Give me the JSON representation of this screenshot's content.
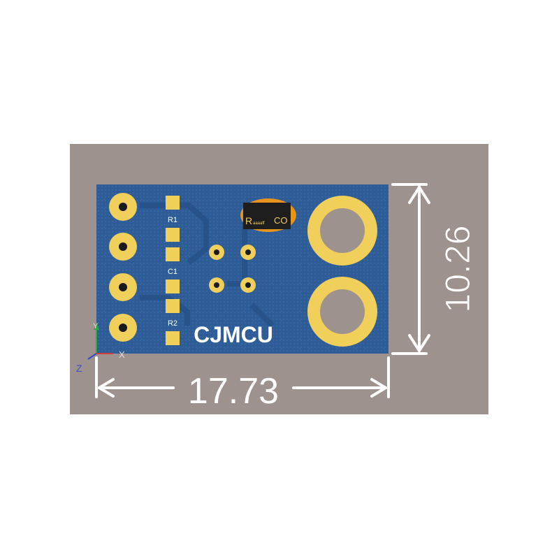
{
  "board": {
    "silkscreen_name": "CJMCU",
    "refs": [
      "R1",
      "C1",
      "R2"
    ],
    "chip_logo": {
      "big_letter": "R",
      "small_text": "aaaaff",
      "right_text": "CO"
    }
  },
  "dimensions": {
    "width": "17.73",
    "height": "10.26"
  },
  "axis_triad": {
    "x_label": "X",
    "y_label": "Y",
    "z_label": "Z"
  },
  "colors": {
    "viewport_bg": "#9e928f",
    "board": "#2e5c97",
    "copper": "#f0cf5a",
    "silkscreen": "#ffffff",
    "chip_highlight": "#e7951a"
  }
}
